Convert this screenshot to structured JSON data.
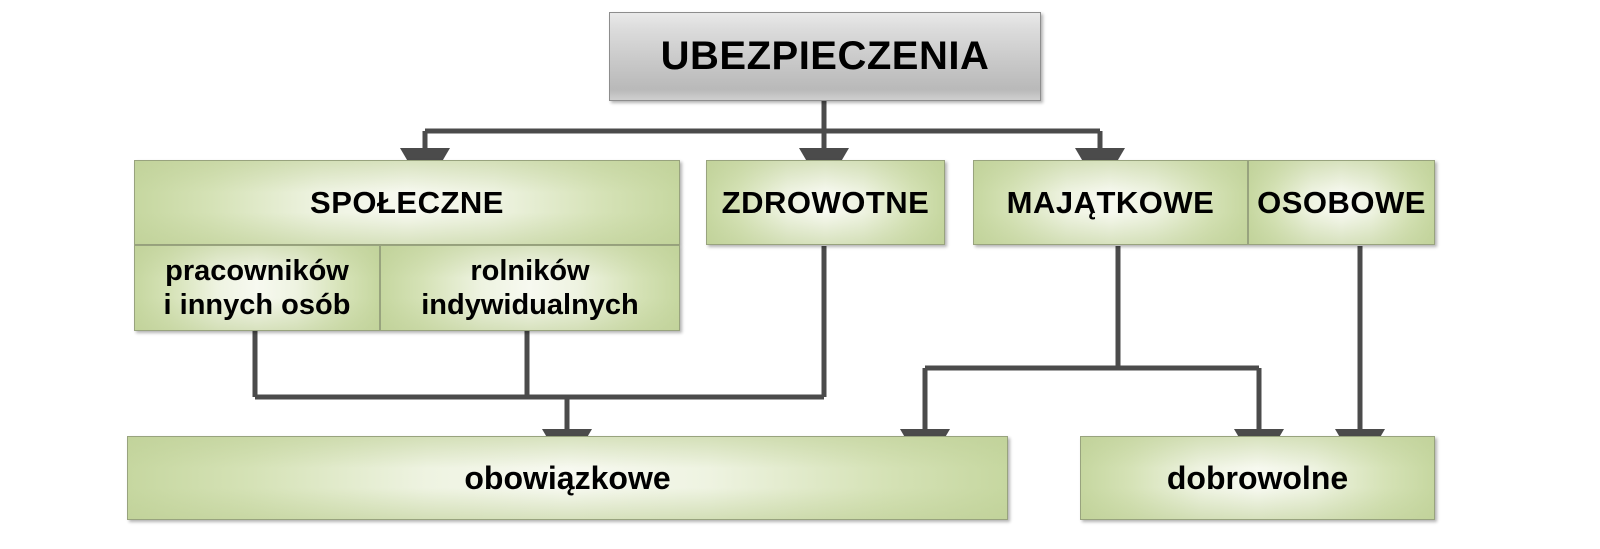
{
  "diagram": {
    "title_box": {
      "label": "UBEZPIECZENIA"
    },
    "level2": [
      {
        "label": "SPOŁECZNE"
      },
      {
        "label": "ZDROWOTNE"
      },
      {
        "label": "MAJĄTKOWE"
      },
      {
        "label": "OSOBOWE"
      }
    ],
    "level2_sub": [
      {
        "line1": "pracowników",
        "line2": "i innych osób"
      },
      {
        "line1": "rolników",
        "line2": "indywidualnych"
      }
    ],
    "level3": [
      {
        "label": "obowiązkowe"
      },
      {
        "label": "dobrowolne"
      }
    ],
    "colors": {
      "green_edge": "#c6d7a0",
      "green_center": "#f7f9f0",
      "green_border": "#98a37e",
      "grey_top": "#e9e9e9",
      "grey_bottom": "#b9b9b9",
      "grey_border": "#8d8d8d",
      "connector": "#4b4b4b",
      "text": "#000000",
      "background": "#ffffff"
    }
  }
}
